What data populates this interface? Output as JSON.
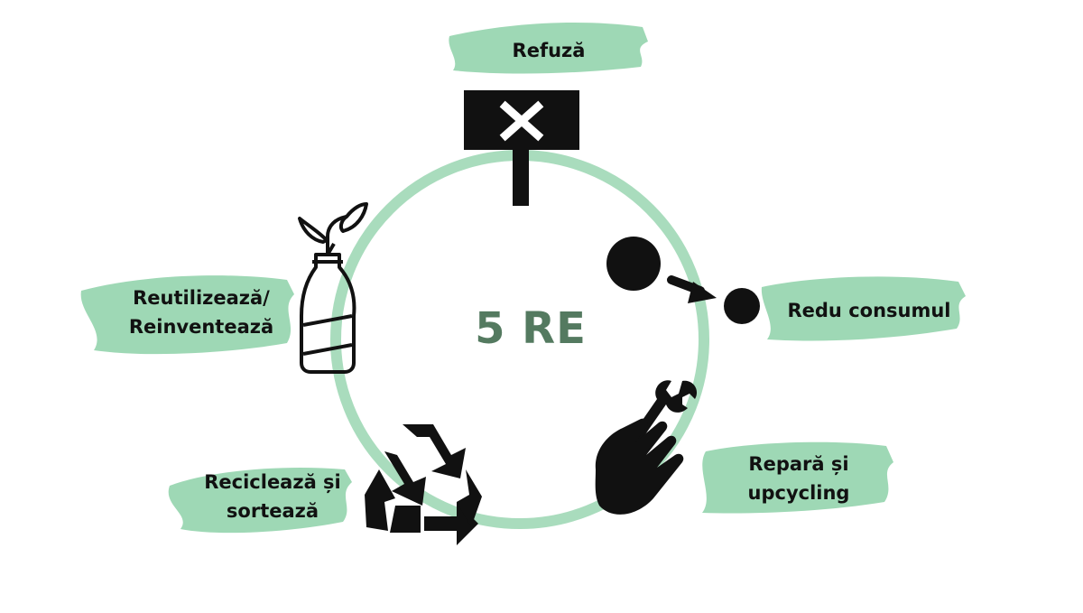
{
  "diagram": {
    "title": "5 RE",
    "items": [
      {
        "id": "refuse",
        "lines": [
          "Refuză"
        ],
        "icon": "protest-sign-x-icon"
      },
      {
        "id": "reduce",
        "lines": [
          "Redu consumul"
        ],
        "icon": "big-to-small-circle-arrow-icon"
      },
      {
        "id": "repair",
        "lines": [
          "Repară și",
          "upcycling"
        ],
        "icon": "hand-wrench-icon"
      },
      {
        "id": "recycle",
        "lines": [
          "Reciclează și",
          "sortează"
        ],
        "icon": "recycle-arrows-icon"
      },
      {
        "id": "reuse",
        "lines": [
          "Reutilizează/",
          "Reinventează"
        ],
        "icon": "bottle-plant-icon"
      }
    ]
  },
  "colors": {
    "ring": "#a9dcbd",
    "brush": "#93d4ad",
    "title": "#547a60",
    "icon": "#111111"
  }
}
